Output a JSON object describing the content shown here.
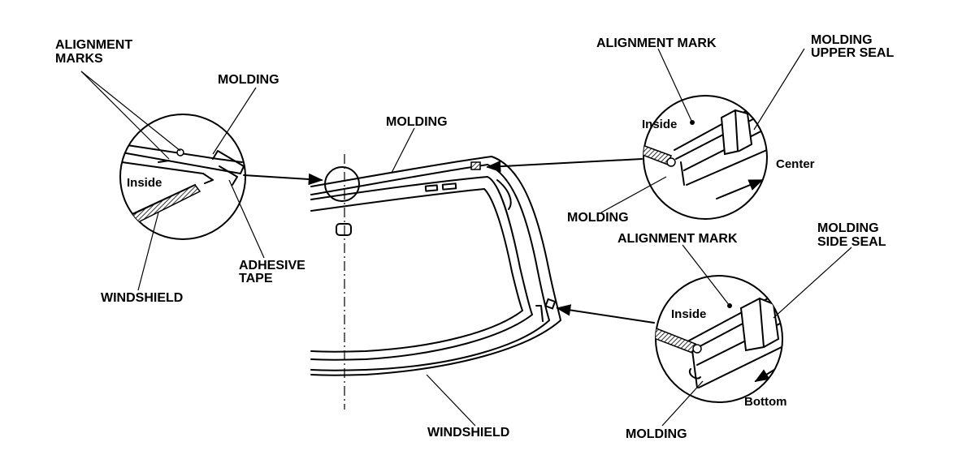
{
  "colors": {
    "line": "#000000",
    "background": "#ffffff"
  },
  "labels": {
    "alignment_marks": [
      "ALIGNMENT",
      "MARKS"
    ],
    "molding_top_left": "MOLDING",
    "inside_left": "Inside",
    "adhesive_tape": [
      "ADHESIVE",
      "TAPE"
    ],
    "windshield_left": "WINDSHIELD",
    "molding_center": "MOLDING",
    "windshield_bottom": "WINDSHIELD",
    "alignment_mark_top": "ALIGNMENT MARK",
    "molding_upper_seal": [
      "MOLDING",
      "UPPER SEAL"
    ],
    "inside_top_right": "Inside",
    "center": "Center",
    "molding_top_right": "MOLDING",
    "alignment_mark_bottom": "ALIGNMENT MARK",
    "molding_side_seal": [
      "MOLDING",
      "SIDE SEAL"
    ],
    "inside_bottom_right": "Inside",
    "bottom": "Bottom",
    "molding_bottom_right": "MOLDING"
  }
}
